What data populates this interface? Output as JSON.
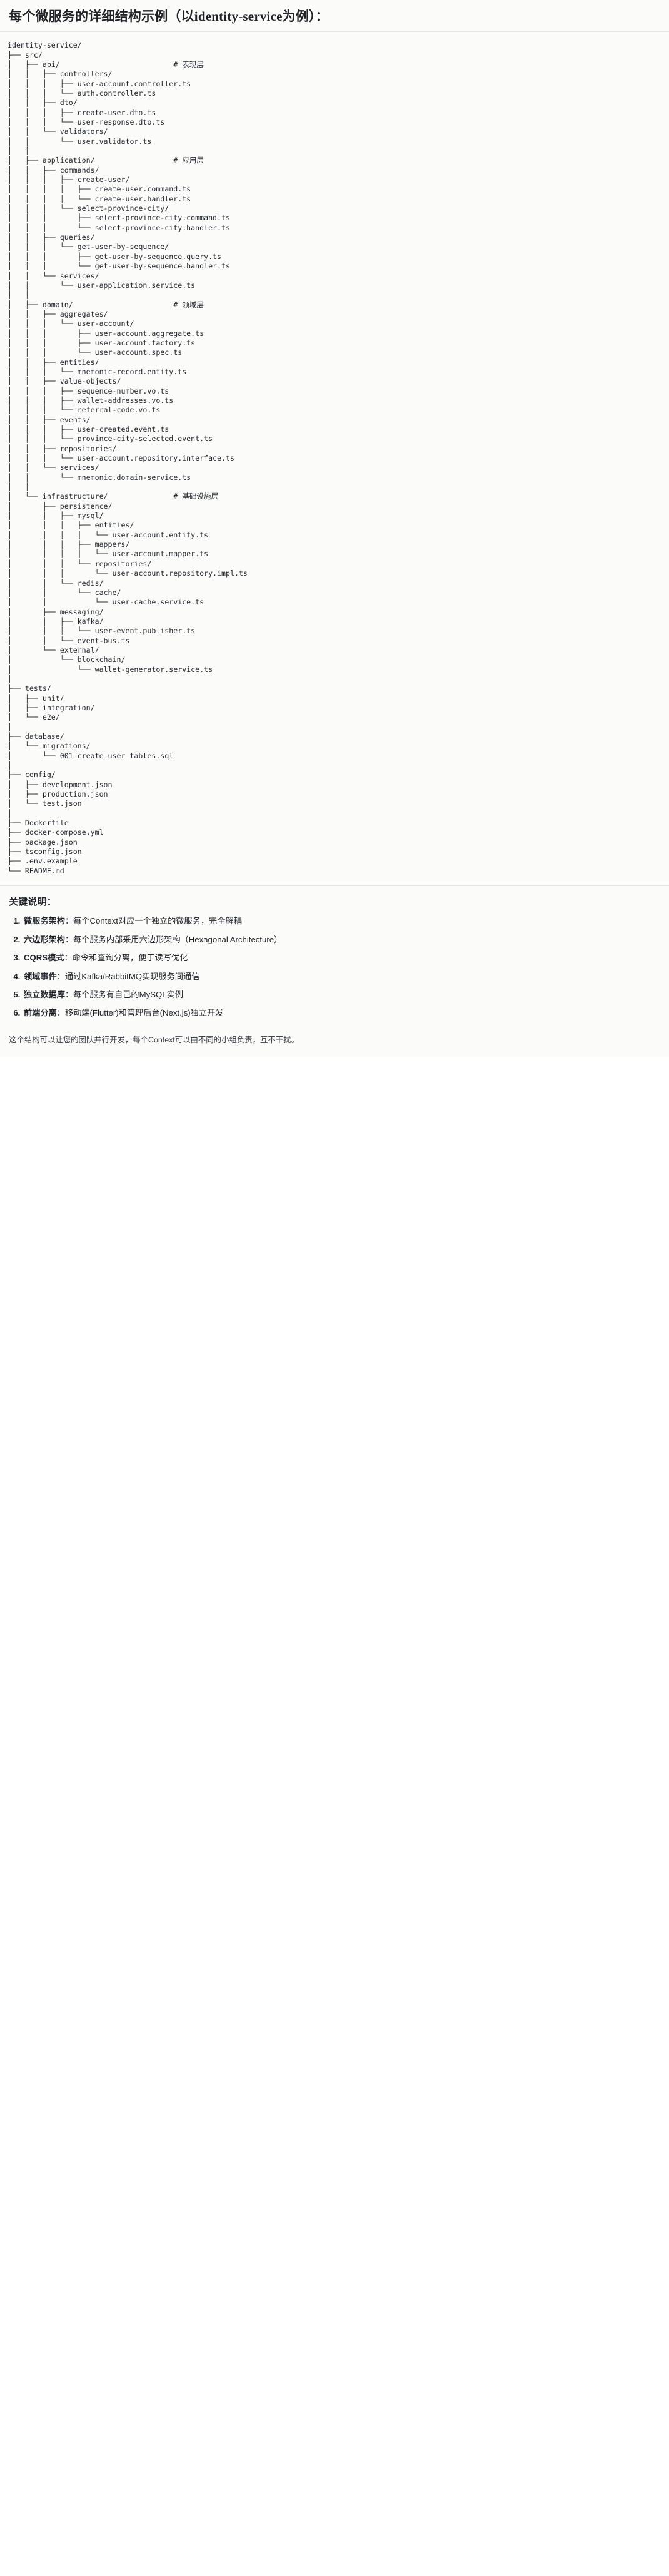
{
  "heading": "每个微服务的详细结构示例（以identity-service为例）：",
  "tree": {
    "root_label": "identity-service/",
    "text": "identity-service/\n├── src/\n│   ├── api/                          # 表现层\n│   │   ├── controllers/\n│   │   │   ├── user-account.controller.ts\n│   │   │   └── auth.controller.ts\n│   │   ├── dto/\n│   │   │   ├── create-user.dto.ts\n│   │   │   └── user-response.dto.ts\n│   │   └── validators/\n│   │       └── user.validator.ts\n│   │\n│   ├── application/                  # 应用层\n│   │   ├── commands/\n│   │   │   ├── create-user/\n│   │   │   │   ├── create-user.command.ts\n│   │   │   │   └── create-user.handler.ts\n│   │   │   └── select-province-city/\n│   │   │       ├── select-province-city.command.ts\n│   │   │       └── select-province-city.handler.ts\n│   │   ├── queries/\n│   │   │   └── get-user-by-sequence/\n│   │   │       ├── get-user-by-sequence.query.ts\n│   │   │       └── get-user-by-sequence.handler.ts\n│   │   └── services/\n│   │       └── user-application.service.ts\n│   │\n│   ├── domain/                       # 领域层\n│   │   ├── aggregates/\n│   │   │   └── user-account/\n│   │   │       ├── user-account.aggregate.ts\n│   │   │       ├── user-account.factory.ts\n│   │   │       └── user-account.spec.ts\n│   │   ├── entities/\n│   │   │   └── mnemonic-record.entity.ts\n│   │   ├── value-objects/\n│   │   │   ├── sequence-number.vo.ts\n│   │   │   ├── wallet-addresses.vo.ts\n│   │   │   └── referral-code.vo.ts\n│   │   ├── events/\n│   │   │   ├── user-created.event.ts\n│   │   │   └── province-city-selected.event.ts\n│   │   ├── repositories/\n│   │   │   └── user-account.repository.interface.ts\n│   │   └── services/\n│   │       └── mnemonic.domain-service.ts\n│   │\n│   └── infrastructure/               # 基础设施层\n│       ├── persistence/\n│       │   ├── mysql/\n│       │   │   ├── entities/\n│       │   │   │   └── user-account.entity.ts\n│       │   │   ├── mappers/\n│       │   │   │   └── user-account.mapper.ts\n│       │   │   └── repositories/\n│       │   │       └── user-account.repository.impl.ts\n│       │   └── redis/\n│       │       └── cache/\n│       │           └── user-cache.service.ts\n│       ├── messaging/\n│       │   ├── kafka/\n│       │   │   └── user-event.publisher.ts\n│       │   └── event-bus.ts\n│       └── external/\n│           └── blockchain/\n│               └── wallet-generator.service.ts\n│\n├── tests/\n│   ├── unit/\n│   ├── integration/\n│   └── e2e/\n│\n├── database/\n│   └── migrations/\n│       └── 001_create_user_tables.sql\n│\n├── config/\n│   ├── development.json\n│   ├── production.json\n│   └── test.json\n│\n├── Dockerfile\n├── docker-compose.yml\n├── package.json\n├── tsconfig.json\n├── .env.example\n└── README.md",
    "layer_comments": [
      {
        "path": "api/",
        "comment": "# 表现层"
      },
      {
        "path": "application/",
        "comment": "# 应用层"
      },
      {
        "path": "domain/",
        "comment": "# 领域层"
      },
      {
        "path": "infrastructure/",
        "comment": "# 基础设施层"
      }
    ]
  },
  "notes": {
    "title": "关键说明：",
    "items": [
      {
        "term": "微服务架构",
        "desc": "：每个Context对应一个独立的微服务，完全解耦"
      },
      {
        "term": "六边形架构",
        "desc": "：每个服务内部采用六边形架构（Hexagonal Architecture）"
      },
      {
        "term": "CQRS模式",
        "desc": "：命令和查询分离，便于读写优化"
      },
      {
        "term": "领域事件",
        "desc": "：通过Kafka/RabbitMQ实现服务间通信"
      },
      {
        "term": "独立数据库",
        "desc": "：每个服务有自己的MySQL实例"
      },
      {
        "term": "前端分离",
        "desc": "：移动端(Flutter)和管理后台(Next.js)独立开发"
      }
    ]
  },
  "footer": "这个结构可以让您的团队并行开发，每个Context可以由不同的小组负责，互不干扰。"
}
